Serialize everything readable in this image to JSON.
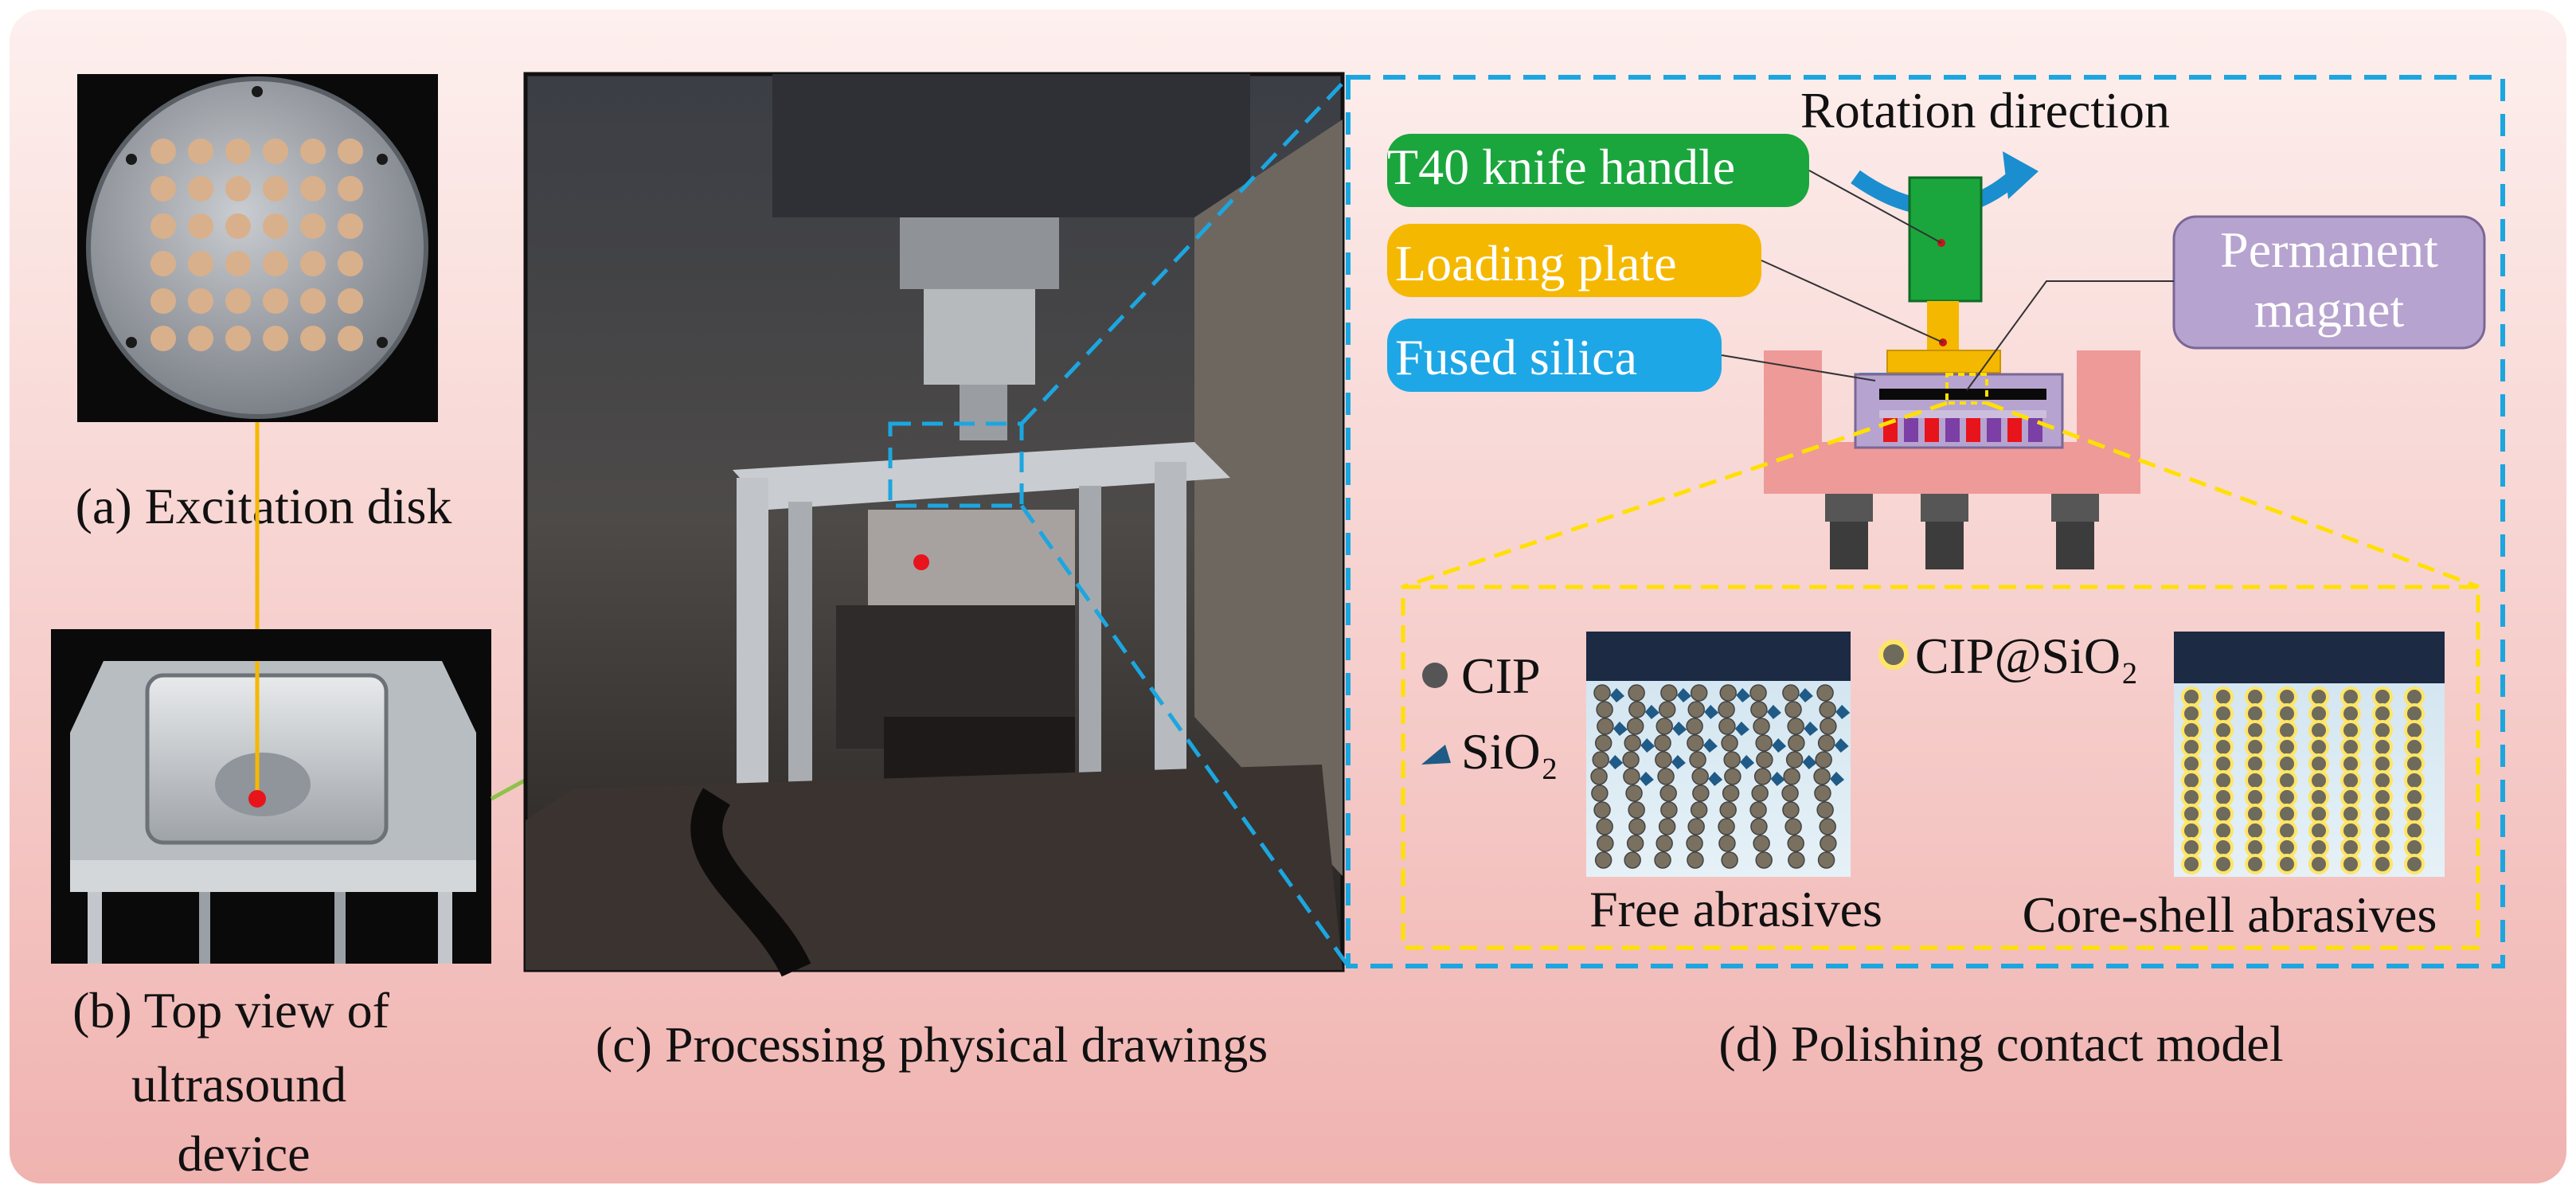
{
  "panels": {
    "a": {
      "caption": "(a) Excitation disk"
    },
    "b": {
      "caption_lines": [
        "(b) Top view of",
        "ultrasound",
        "device"
      ]
    },
    "c": {
      "caption": "(c) Processing physical drawings"
    },
    "d": {
      "caption": "(d) Polishing contact  model",
      "rotation_label": "Rotation direction",
      "labels": {
        "knife_handle": "T40 knife handle",
        "loading_plate": "Loading plate",
        "fused_silica": "Fused silica",
        "magnet_line1": "Permanent",
        "magnet_line2": "magnet"
      },
      "legend": {
        "cip": "CIP",
        "sio2": "SiO₂",
        "cip_sio2": "CIP@SiO₂"
      },
      "sub_captions": {
        "free": "Free abrasives",
        "core_shell": "Core-shell abrasives"
      }
    }
  },
  "colors": {
    "background_top": "#fdf0ee",
    "background_bottom": "#f0b3b0",
    "connector_orange": "#f5b800",
    "connector_green": "#8ec24a",
    "zoom_blue": "#1ca6e0",
    "zoom_yellow": "#ffe000",
    "handle_green": "#1aa63c",
    "loading_yellow": "#f5b800",
    "silica_blue": "#1ea7e6",
    "magnet_purple": "#b7a3cf",
    "base_pink": "#ee9a98",
    "dark_navy": "#1c2a44",
    "cip_gray": "#7a7060",
    "sio2_blue": "#1f5b86",
    "red_marker": "#e8141b"
  }
}
